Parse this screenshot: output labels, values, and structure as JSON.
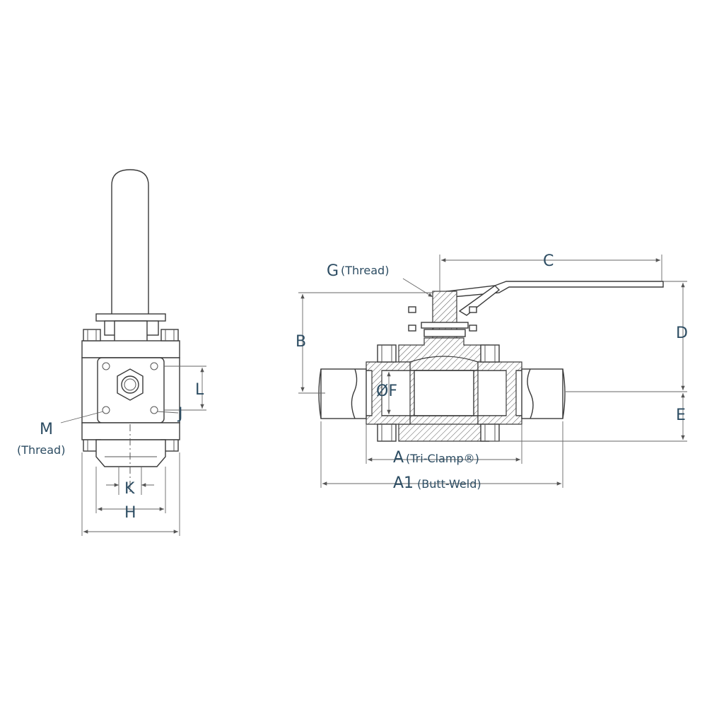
{
  "labels": {
    "G": "G",
    "G_suffix": "(Thread)",
    "C": "C",
    "B": "B",
    "D": "D",
    "E": "E",
    "F": "ØF",
    "A": "A",
    "A_suffix": "(Tri-Clamp®)",
    "A1": "A1",
    "A1_suffix": "(Butt-Weld)",
    "L": "L",
    "J": "J",
    "M": "M",
    "M_suffix": "(Thread)",
    "K": "K",
    "H": "H"
  },
  "colors": {
    "label": "#2d4d63",
    "line": "#3a3a3a"
  }
}
